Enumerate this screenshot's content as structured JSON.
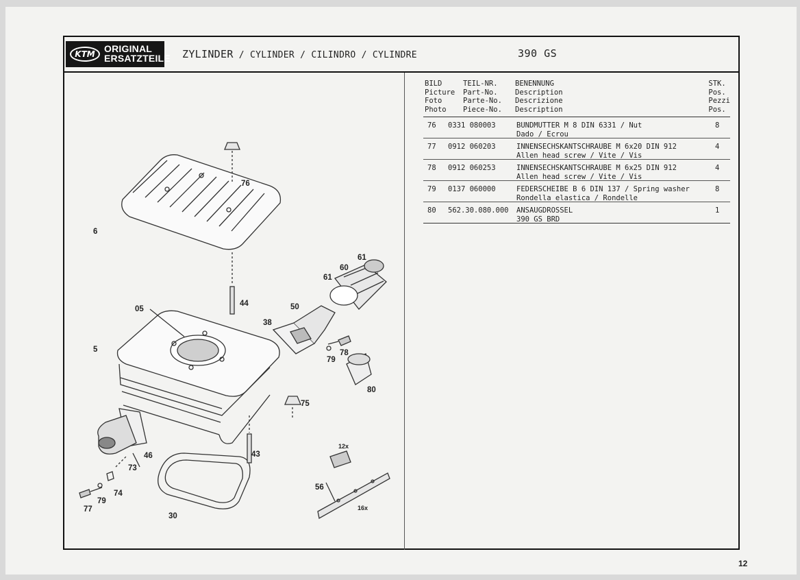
{
  "header": {
    "logo_brand": "KTM",
    "logo_line1": "ORIGINAL",
    "logo_line2": "ERSATZTEILE",
    "title_main": "ZYLINDER",
    "title_rest": " / CYLINDER / CILINDRO / CYLINDRE",
    "model": "390 GS"
  },
  "columns": {
    "bild": "BILD\nPicture\nFoto\nPhoto",
    "teil_nr": "TEIL-NR.\nPart-No.\nParte-No.\nPiece-No.",
    "benennung": "BENENNUNG\nDescription\nDescrizione\nDescription",
    "stk": "STK.\nPos.\nPezzi\nPos."
  },
  "parts": [
    {
      "bild": "76",
      "nr": "0331 080003",
      "desc1": "BUNDMUTTER M 8 DIN 6331 / Nut",
      "desc2": "Dado / Ecrou",
      "qty": "8"
    },
    {
      "bild": "77",
      "nr": "0912 060203",
      "desc1": "INNENSECHSKANTSCHRAUBE M 6x20 DIN 912",
      "desc2": "Allen head screw / Vite / Vis",
      "qty": "4"
    },
    {
      "bild": "78",
      "nr": "0912 060253",
      "desc1": "INNENSECHSKANTSCHRAUBE M 6x25 DIN 912",
      "desc2": "Allen head screw / Vite / Vis",
      "qty": "4"
    },
    {
      "bild": "79",
      "nr": "0137 060000",
      "desc1": "FEDERSCHEIBE B 6 DIN 137 / Spring washer",
      "desc2": "Rondella elastica / Rondelle",
      "qty": "8"
    },
    {
      "bild": "80",
      "nr": "562.30.080.000",
      "desc1": "ANSAUGDROSSEL",
      "desc2": "390 GS BRD",
      "qty": "1"
    }
  ],
  "diagram_labels": {
    "l76": "76",
    "l6": "6",
    "l44": "44",
    "l05": "05",
    "l5": "5",
    "l38": "38",
    "l50": "50",
    "l61a": "61",
    "l60": "60",
    "l61b": "61",
    "l79a": "79",
    "l78": "78",
    "l80": "80",
    "l75": "75",
    "l46": "46",
    "l73": "73",
    "l74": "74",
    "l79b": "79",
    "l77": "77",
    "l43": "43",
    "l30": "30",
    "l56": "56",
    "l12x": "12x",
    "l16x": "16x"
  },
  "page_number": "12"
}
